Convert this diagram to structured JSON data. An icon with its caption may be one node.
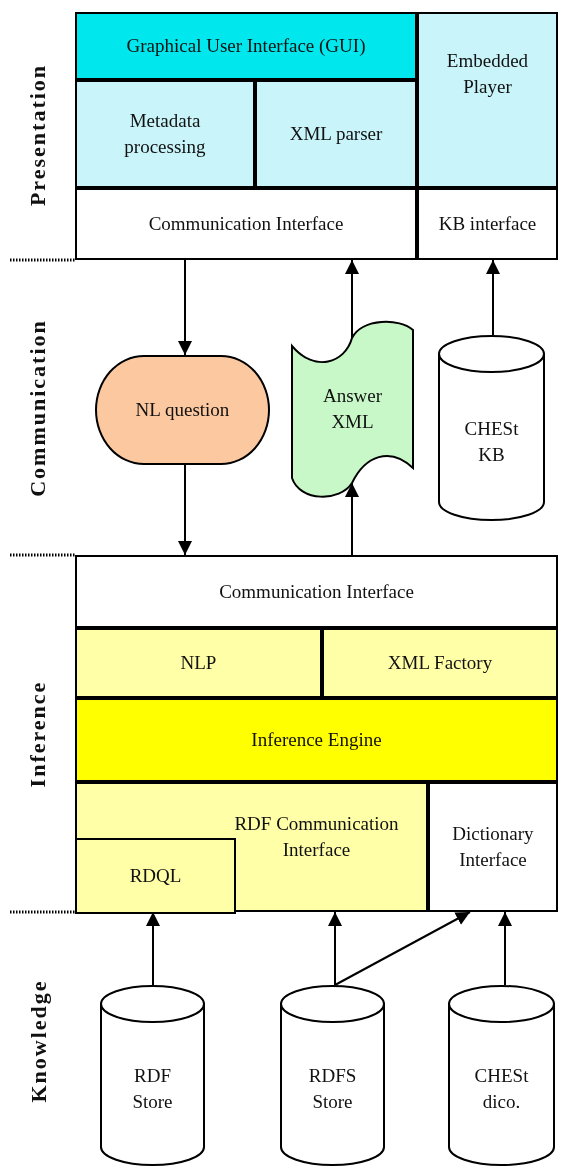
{
  "diagram": {
    "nodes": [
      {
        "text": [
          "Graphical User Interface (GUI)"
        ]
      },
      {
        "text": [
          "Metadata processing"
        ]
      },
      {
        "text": [
          "XML parser"
        ]
      },
      {
        "text": [
          "Embedded Player"
        ]
      },
      {
        "text": [
          "Communication Interface"
        ]
      },
      {
        "text": [
          "KB interface"
        ]
      },
      {
        "text": [
          "NL question"
        ]
      },
      {
        "text": [
          "Answer XML"
        ]
      },
      {
        "text": [
          "CHESt KB"
        ]
      },
      {
        "text": [
          "Communication Interface"
        ]
      },
      {
        "text": [
          "NLP"
        ]
      },
      {
        "text": [
          "XML Factory"
        ]
      },
      {
        "text": [
          "Inference Engine"
        ]
      },
      {
        "text": [
          "RDF Communication Interface"
        ]
      },
      {
        "text": [
          "RDQL"
        ],
        "in": 13
      },
      {
        "text": [
          "Dictionary Interface"
        ]
      },
      {
        "text": [
          "RDF Store"
        ]
      },
      {
        "text": [
          "RDFS Store"
        ]
      },
      {
        "text": [
          "CHESt dico."
        ]
      }
    ],
    "edges": [
      {
        "from": 4,
        "to": 6,
        "arrow": "to"
      },
      {
        "from": 6,
        "to": 9,
        "arrow": "to"
      },
      {
        "from": 9,
        "to": 7,
        "arrow": "to"
      },
      {
        "from": 7,
        "to": 4,
        "arrow": "to"
      },
      {
        "from": 8,
        "to": 5,
        "arrow": "to"
      },
      {
        "from": 16,
        "to": 14,
        "arrow": "to"
      },
      {
        "from": 17,
        "to": 13,
        "arrow": "to"
      },
      {
        "from": 17,
        "to": 15,
        "arrow": "to"
      },
      {
        "from": 18,
        "to": 15,
        "arrow": "to"
      }
    ],
    "labels": [
      "Presentation",
      "Communication",
      "Inference",
      "Knowledge"
    ]
  }
}
